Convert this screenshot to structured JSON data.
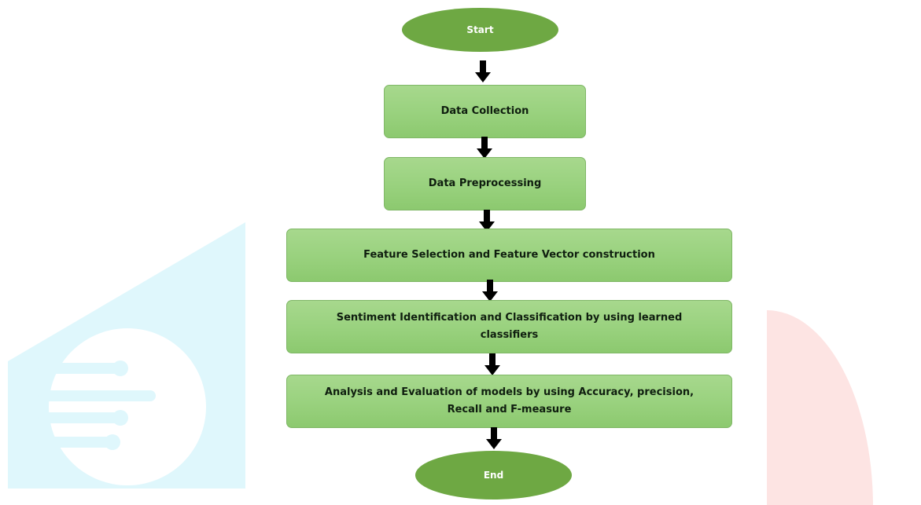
{
  "flowchart": {
    "start_label": "Start",
    "end_label": "End",
    "steps": [
      "Data Collection",
      "Data Preprocessing",
      "Feature Selection and Feature Vector construction",
      "Sentiment Identification and Classification by using learned classifiers",
      "Analysis and Evaluation of models by using Accuracy, precision, Recall and F-measure"
    ]
  },
  "colors": {
    "terminal_fill": "#6ea843",
    "step_fill": "#9ad27f",
    "step_border": "#7fb766",
    "arrow": "#000000",
    "watermark_blue": "#dff8fd",
    "watermark_red": "#fde4e3"
  }
}
